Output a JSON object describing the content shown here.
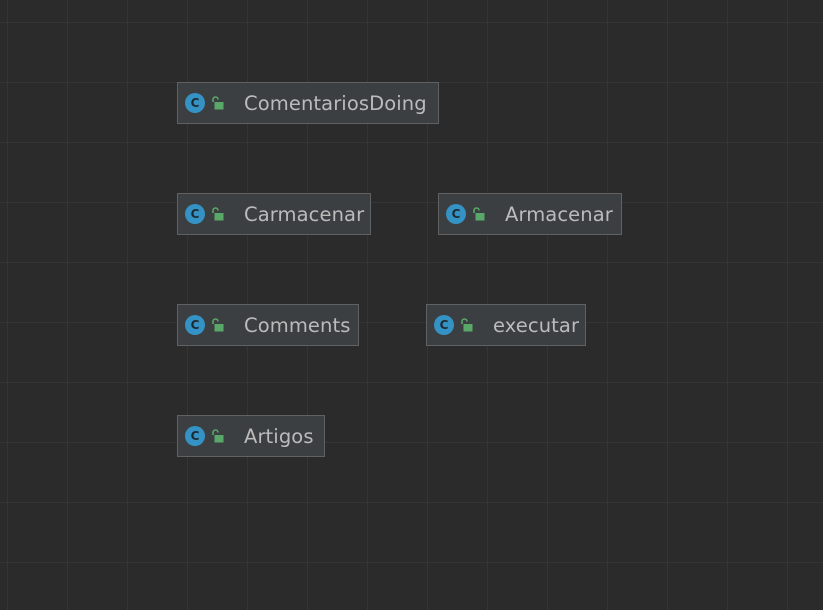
{
  "diagram": {
    "nodes": [
      {
        "id": "n1",
        "name": "ComentariosDoing",
        "kind_icon": "class-icon",
        "kind_letter": "C",
        "visibility_icon": "public-lock-icon"
      },
      {
        "id": "n2",
        "name": "Carmacenar",
        "kind_icon": "class-icon",
        "kind_letter": "C",
        "visibility_icon": "public-lock-icon"
      },
      {
        "id": "n3",
        "name": "Armacenar",
        "kind_icon": "class-icon",
        "kind_letter": "C",
        "visibility_icon": "public-lock-icon"
      },
      {
        "id": "n4",
        "name": "Comments",
        "kind_icon": "class-icon",
        "kind_letter": "C",
        "visibility_icon": "public-lock-icon"
      },
      {
        "id": "n5",
        "name": "executar",
        "kind_icon": "class-icon",
        "kind_letter": "C",
        "visibility_icon": "public-lock-icon"
      },
      {
        "id": "n6",
        "name": "Artigos",
        "kind_icon": "class-icon",
        "kind_letter": "C",
        "visibility_icon": "public-lock-icon"
      }
    ]
  },
  "colors": {
    "background": "#2b2b2b",
    "grid": "#353535",
    "node_fill": "#3c3f41",
    "node_border": "#5f6163",
    "class_icon": "#3592c4",
    "public_icon": "#59a869",
    "text": "#bbbbbb"
  }
}
